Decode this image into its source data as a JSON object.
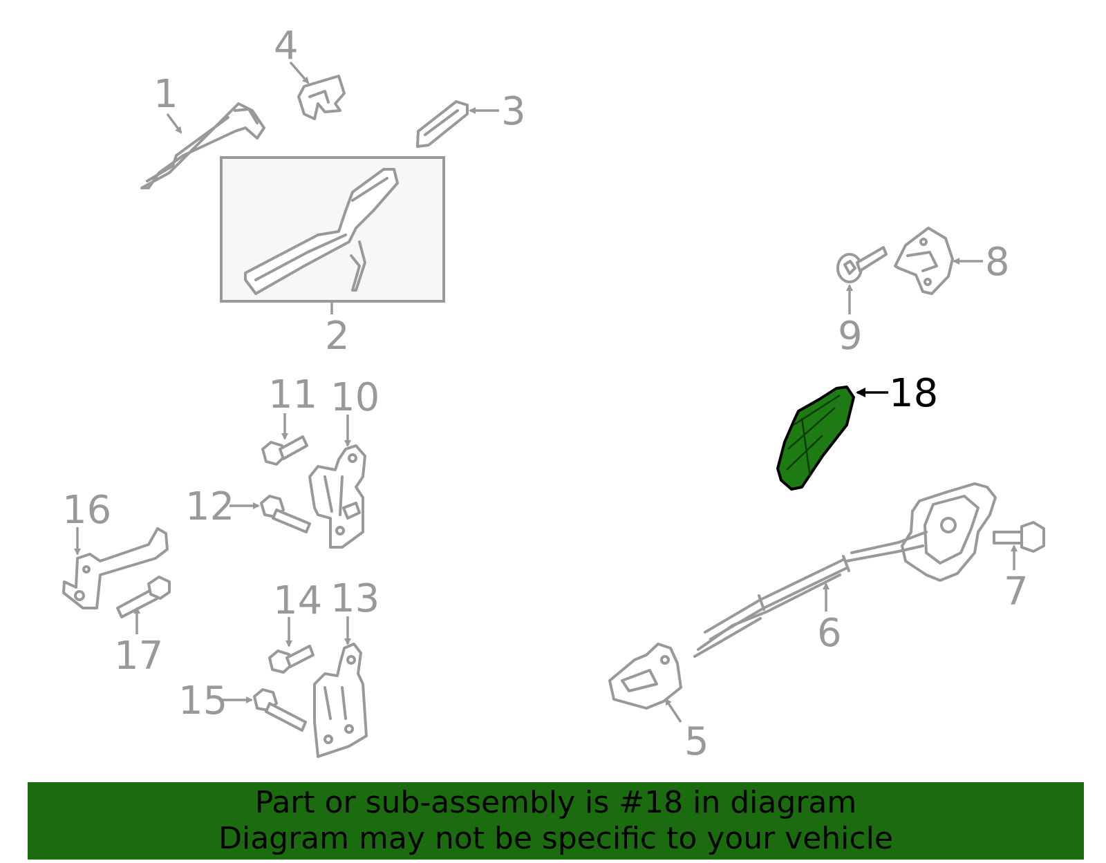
{
  "callouts": {
    "c1": "1",
    "c2": "2",
    "c3": "3",
    "c4": "4",
    "c5": "5",
    "c6": "6",
    "c7": "7",
    "c8": "8",
    "c9": "9",
    "c10": "10",
    "c11": "11",
    "c12": "12",
    "c13": "13",
    "c14": "14",
    "c15": "15",
    "c16": "16",
    "c17": "17",
    "c18": "18"
  },
  "highlighted_part": "18",
  "colors": {
    "part_stroke": "#999999",
    "highlight_fill": "#1e7a12",
    "banner_background": "#1b6b0f",
    "banner_text": "#000000"
  },
  "banner": {
    "line1": "Part or sub-assembly is #18 in diagram",
    "line2": "Diagram may not be specific to your vehicle"
  }
}
